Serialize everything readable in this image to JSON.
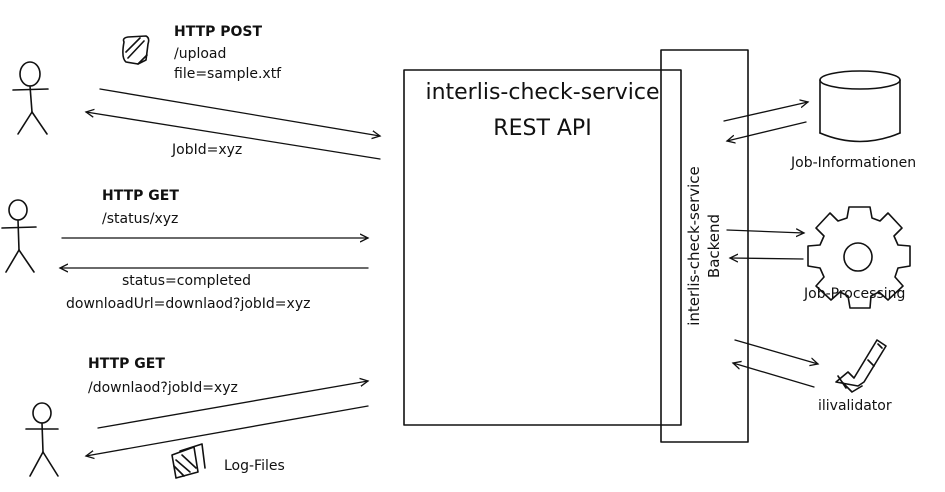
{
  "requests": [
    {
      "method": "HTTP POST",
      "path": "/upload",
      "param": "file=sample.xtf",
      "response": "JobId=xyz"
    },
    {
      "method": "HTTP GET",
      "path": "/status/xyz",
      "response_line1": "status=completed",
      "response_line2": "downloadUrl=downlaod?jobId=xyz"
    },
    {
      "method": "HTTP GET",
      "path": "/downlaod?jobId=xyz",
      "response": "Log-Files"
    }
  ],
  "api": {
    "title": "interlis-check-service",
    "subtitle": "REST API"
  },
  "backend": {
    "line1": "interlis-check-service",
    "line2": "Backend"
  },
  "components": {
    "job_info": "Job-Informationen",
    "job_processing": "Job-Processing",
    "validator": "ilivalidator"
  }
}
